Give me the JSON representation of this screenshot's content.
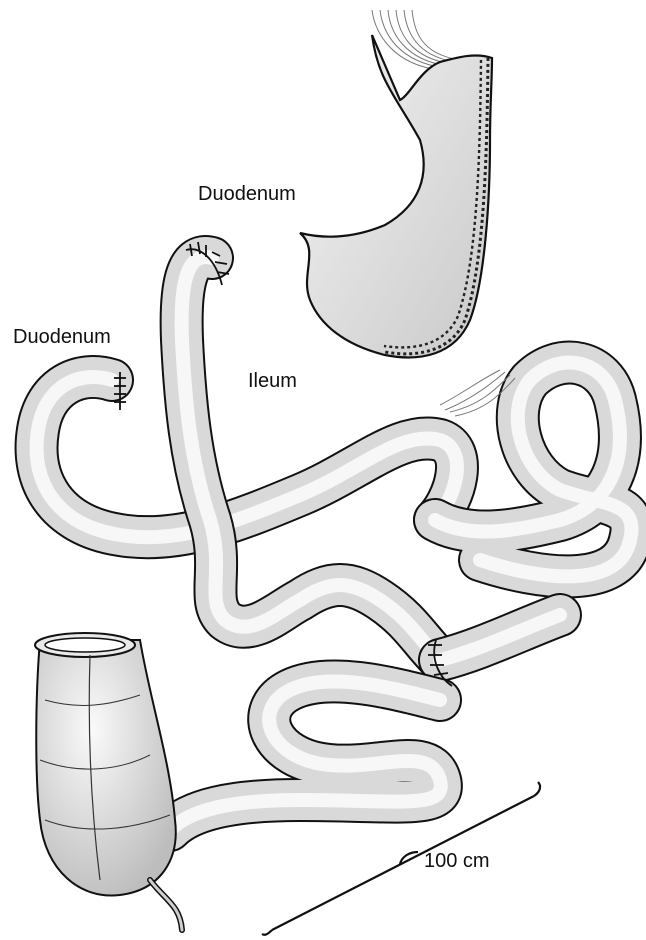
{
  "labels": {
    "duodenum_upper": "Duodenum",
    "duodenum_left": "Duodenum",
    "ileum": "Ileum",
    "scale": "100 cm"
  },
  "colors": {
    "outline": "#111111",
    "tube_fill": "#dadada",
    "tube_highlight": "#f7f7f7",
    "background": "#ffffff"
  }
}
